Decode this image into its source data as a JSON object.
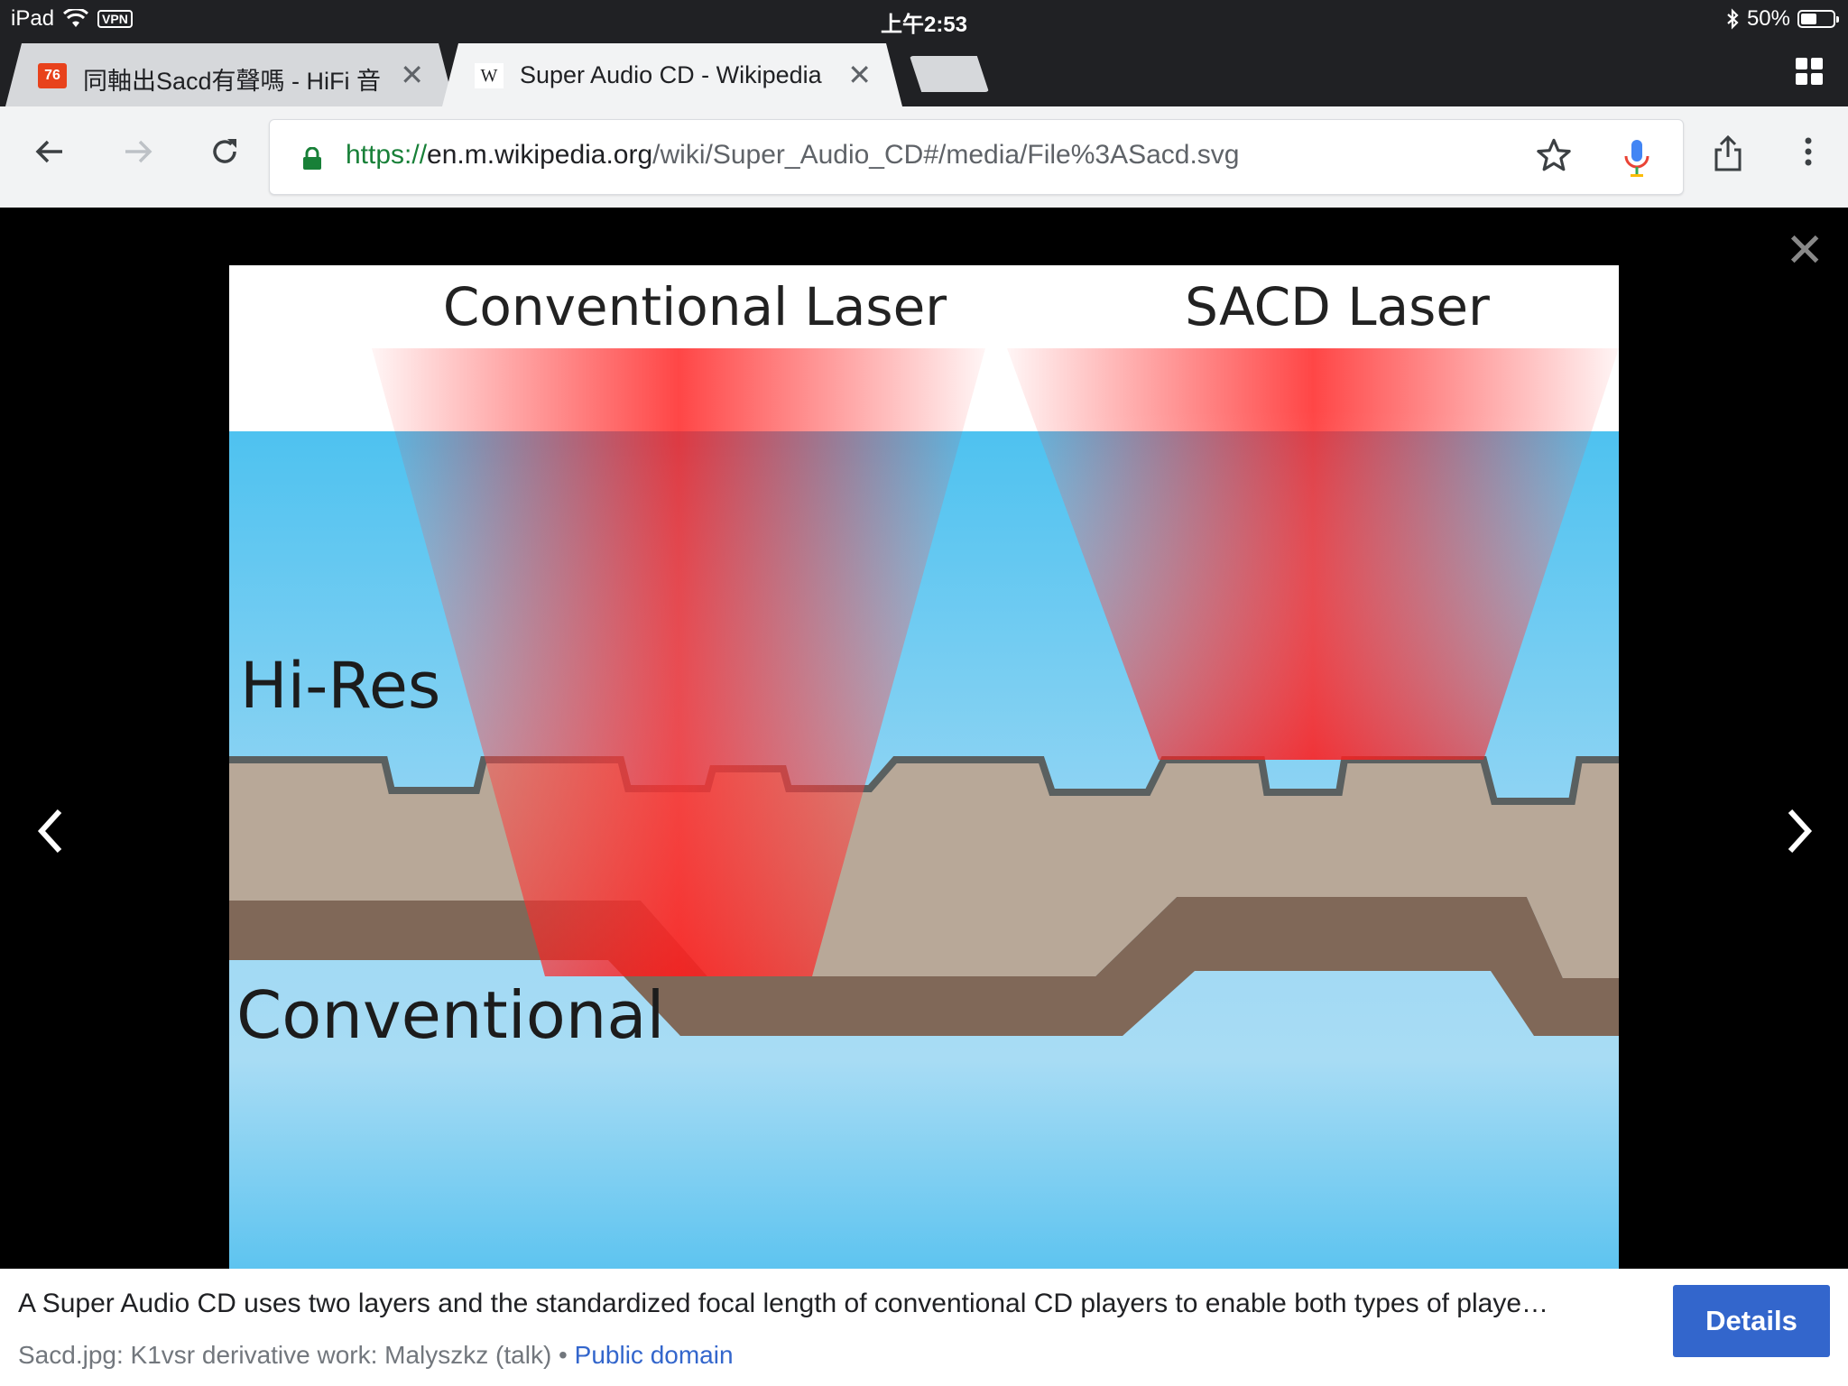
{
  "status_bar": {
    "device": "iPad",
    "vpn": "VPN",
    "time": "上午2:53",
    "battery_percent": "50%",
    "battery_level": 0.5
  },
  "tabs": [
    {
      "favicon_text": "76",
      "title": "同軸出Sacd有聲嗎 - HiFi 音",
      "active": false
    },
    {
      "favicon_text": "W",
      "title": "Super Audio CD - Wikipedia",
      "active": true
    }
  ],
  "toolbar": {
    "url_scheme": "https://",
    "url_host": "en.m.wikipedia.org",
    "url_path": "/wiki/Super_Audio_CD#/media/File%3ASacd.svg"
  },
  "figure": {
    "label_conventional_laser": "Conventional Laser",
    "label_sacd_laser": "SACD Laser",
    "label_hires": "Hi-Res",
    "label_conventional": "Conventional"
  },
  "caption": {
    "description": "A Super Audio CD uses two layers and the standardized focal length of conventional CD players to enable both types of playe…",
    "attribution": "Sacd.jpg: K1vsr derivative work: Malyszkz (talk) • ",
    "license": "Public domain",
    "details_label": "Details"
  },
  "colors": {
    "chrome_dark": "#202124",
    "toolbar_bg": "#f2f3f4",
    "water_top": "#4ec2f0",
    "water_bottom": "#a8dcf4",
    "layer_top": "#b8a898",
    "layer_bottom": "#806858",
    "laser": "#ff1a1a",
    "details_button": "#3366cc"
  }
}
